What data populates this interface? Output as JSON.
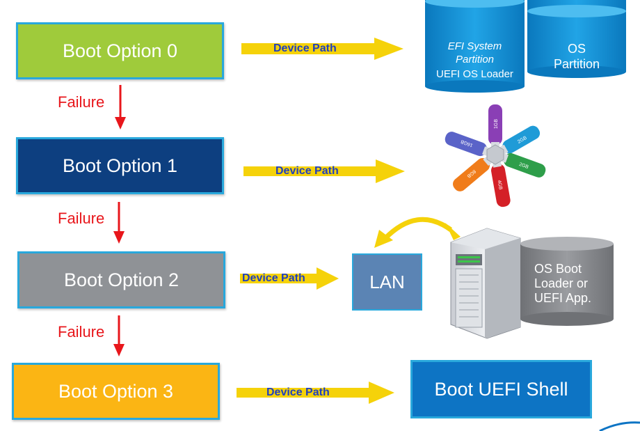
{
  "boot_options": [
    {
      "label": "Boot Option 0",
      "color": "#9fcb3b"
    },
    {
      "label": "Boot Option 1",
      "color": "#0d3f80"
    },
    {
      "label": "Boot Option 2",
      "color": "#8f9296"
    },
    {
      "label": "Boot Option 3",
      "color": "#fbb514"
    }
  ],
  "failure_label": "Failure",
  "device_path_label": "Device Path",
  "targets": {
    "efi_partition": {
      "line1": "EFI System",
      "line2": "Partition",
      "line3": "UEFI OS Loader"
    },
    "os_partition": {
      "line1": "OS",
      "line2": "Partition"
    },
    "usb_sizes": [
      "1GB",
      "2GB",
      "2GB",
      "4GB",
      "8GB",
      "16GB"
    ],
    "lan_label": "LAN",
    "os_boot_loader": {
      "line1": "OS Boot",
      "line2": "Loader or",
      "line3": "UEFI App."
    },
    "uefi_shell_label": "Boot UEFI Shell"
  },
  "colors": {
    "accent_border": "#29a8dc",
    "failure": "#e8161b",
    "arrow_yellow": "#f5d20a",
    "device_path_text": "#1f3fbf",
    "cylinder_blue": "#0f8bd1",
    "lan_box": "#5b84b4",
    "shell_box": "#0d74c4",
    "server_disk": "#7e8084"
  }
}
